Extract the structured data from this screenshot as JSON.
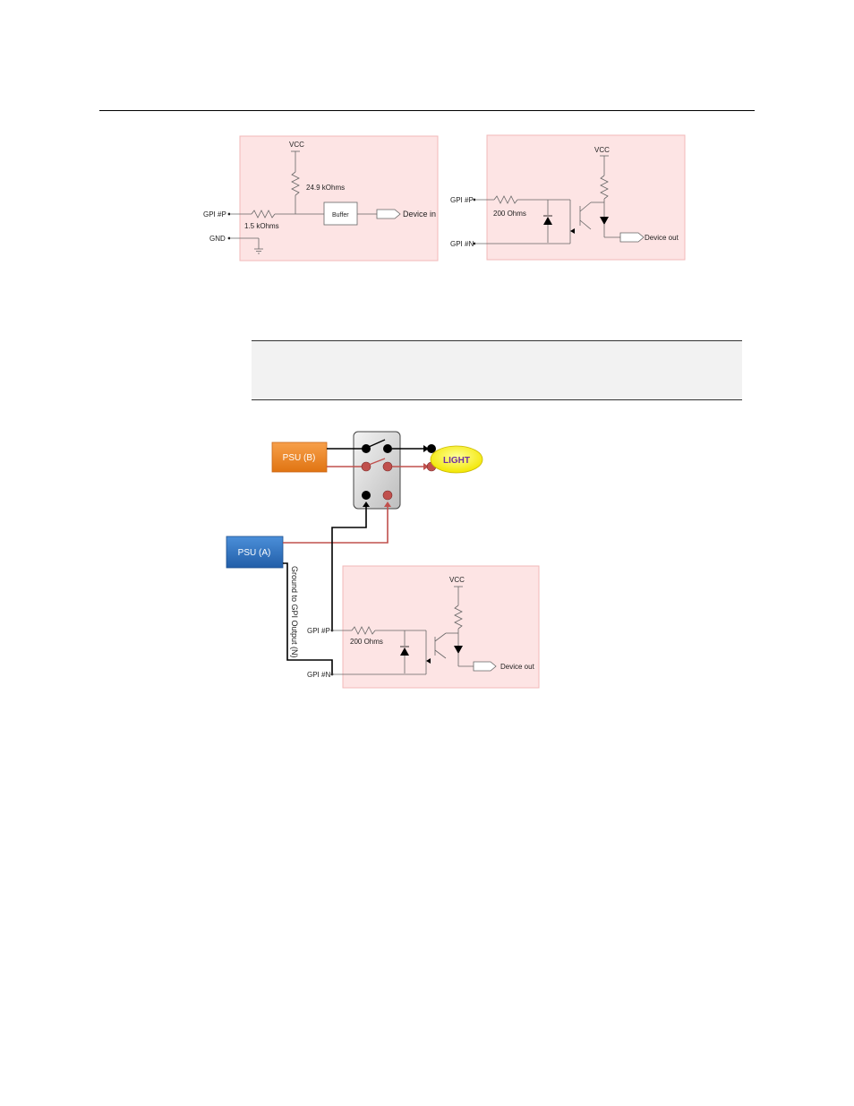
{
  "colors": {
    "panel_fill": "#fde4e4",
    "panel_stroke": "#f2b8b8",
    "psu_b": "#f08a24",
    "psu_a": "#2f73c4",
    "light": "#fff200",
    "wire_red": "#c0504d",
    "wire_black": "#000000"
  },
  "input_circuit": {
    "vcc": "VCC",
    "pullup": "24.9 kOhms",
    "gpi_p": "GPI #P",
    "series": "1.5 kOhms",
    "gnd": "GND",
    "buffer": "Buffer",
    "device_in": "Device in"
  },
  "output_circuit": {
    "vcc": "VCC",
    "gpi_p": "GPI #P",
    "resistor": "200 Ohms",
    "gpi_n": "GPI #N",
    "device_out": "Device out"
  },
  "wiring": {
    "psu_b": "PSU (B)",
    "psu_a": "PSU (A)",
    "light": "LIGHT",
    "ground_note": "Ground to GPI Output (N)",
    "vcc": "VCC",
    "gpi_p": "GPI #P",
    "resistor": "200 Ohms",
    "gpi_n": "GPI #N",
    "device_out": "Device out"
  }
}
